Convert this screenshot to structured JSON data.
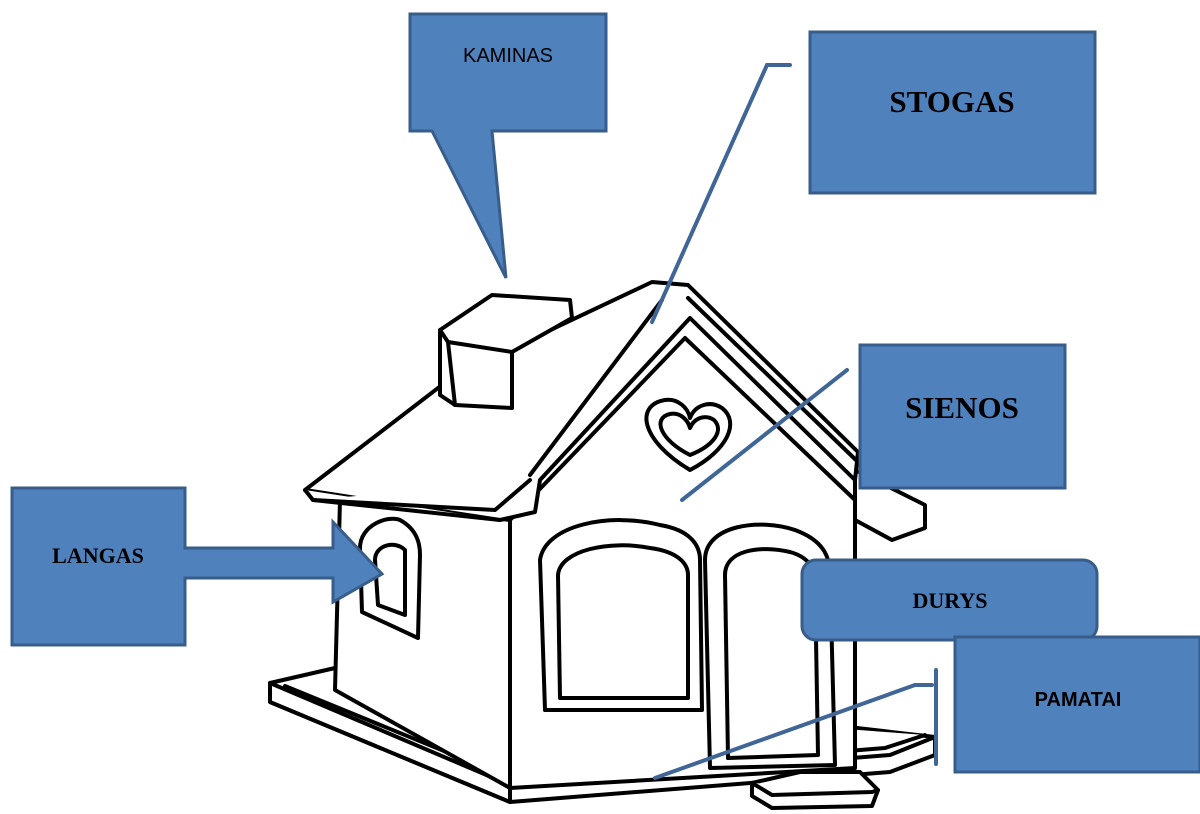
{
  "labels": {
    "kaminas": "KAMINAS",
    "stogas": "STOGAS",
    "sienos": "SIENOS",
    "langas": "LANGAS",
    "durys": "DURYS",
    "pamatai": "PAMATAI"
  },
  "colors": {
    "callout_fill": "#4f81bd",
    "callout_border": "#385d8a",
    "leader_line": "#3f6696",
    "house_outline": "#000000"
  }
}
